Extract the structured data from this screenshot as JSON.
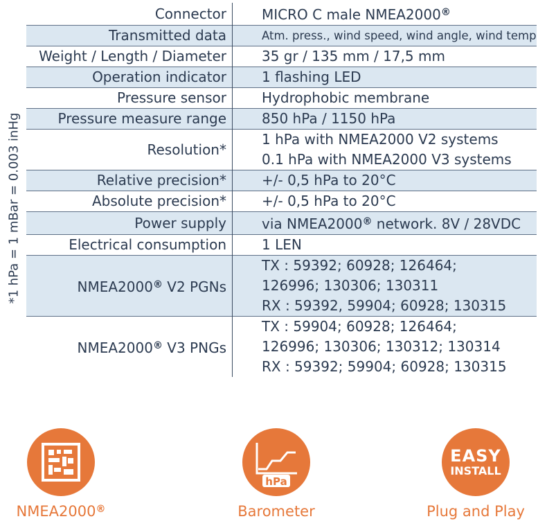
{
  "side_note": "*1 hPa = 1 mBar = 0.003 inHg",
  "specs": [
    {
      "label": "Connector",
      "lines": [
        "MICRO C male NMEA2000"
      ],
      "reg": true
    },
    {
      "label": "Transmitted data",
      "lines": [
        "Atm. press., wind speed, wind angle, wind temp"
      ],
      "small": true
    },
    {
      "label": "Weight / Length / Diameter",
      "lines": [
        "35 gr / 135 mm / 17,5 mm"
      ]
    },
    {
      "label": "Operation indicator",
      "lines": [
        "1 flashing LED"
      ]
    },
    {
      "label": "Pressure sensor",
      "lines": [
        "Hydrophobic membrane"
      ]
    },
    {
      "label": "Pressure measure range",
      "lines": [
        "850 hPa / 1150 hPa"
      ]
    },
    {
      "label": "Resolution*",
      "lines": [
        "1 hPa with NMEA2000 V2 systems",
        "0.1 hPa with NMEA2000 V3 systems"
      ]
    },
    {
      "label": "Relative precision*",
      "lines": [
        "+/- 0,5 hPa to 20°C"
      ]
    },
    {
      "label": "Absolute precision*",
      "lines": [
        "+/- 0,5 hPa to 20°C"
      ]
    },
    {
      "label": "Power supply",
      "lines": [
        "via NMEA2000® network. 8V / 28VDC"
      ]
    },
    {
      "label": "Electrical consumption",
      "lines": [
        "1 LEN"
      ]
    },
    {
      "label": "NMEA2000® V2 PGNs",
      "lines": [
        "TX : 59392; 60928; 126464;",
        "126996; 130306; 130311",
        "RX : 59392, 59904; 60928; 130315"
      ]
    },
    {
      "label": "NMEA2000® V3 PNGs",
      "lines": [
        "TX : 59904; 60928; 126464;",
        "126996; 130306; 130312; 130314",
        "RX : 59392; 59904; 60928; 130315"
      ]
    }
  ],
  "badges": {
    "nmea": {
      "caption": "NMEA2000®"
    },
    "barometer": {
      "caption": "Barometer",
      "icon_text": "hPa"
    },
    "plug": {
      "caption": "Plug and Play",
      "icon_line1": "EASY",
      "icon_line2": "INSTALL"
    }
  },
  "colors": {
    "accent": "#e6783a",
    "row_shade": "#dbe7f1",
    "text": "#2b3a50"
  }
}
